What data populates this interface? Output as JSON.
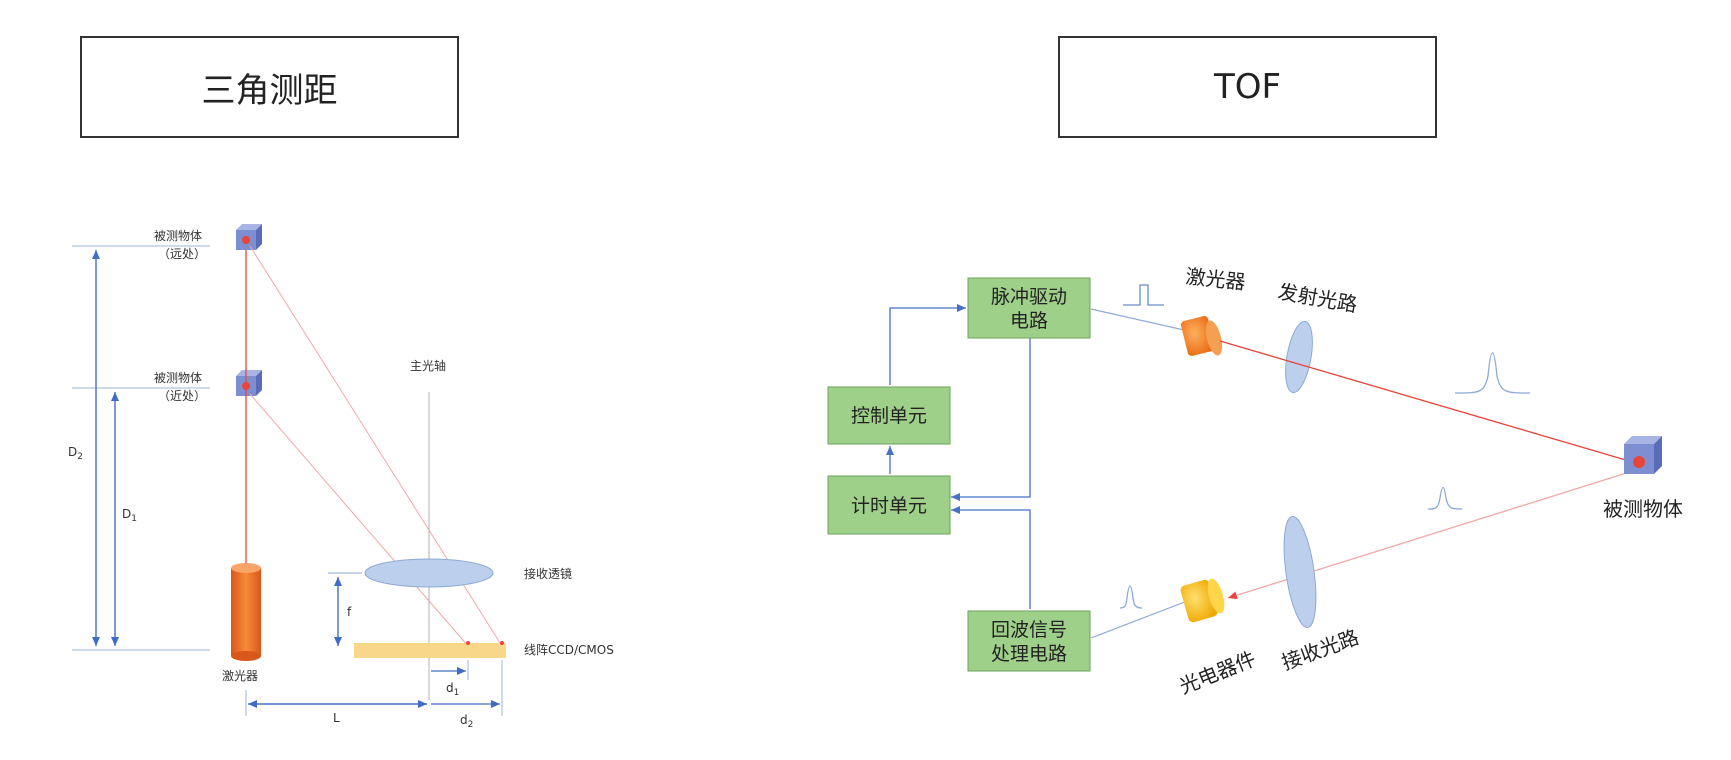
{
  "left_panel": {
    "title": "三角测距",
    "labels": {
      "object_far_line1": "被测物体",
      "object_far_line2": "（远处）",
      "object_near_line1": "被测物体",
      "object_near_line2": "（近处）",
      "main_axis": "主光轴",
      "receive_lens": "接收透镜",
      "sensor": "线阵CCD/CMOS",
      "laser": "激光器",
      "D2": "D",
      "D2_sub": "2",
      "D1": "D",
      "D1_sub": "1",
      "f": "f",
      "L": "L",
      "d1": "d",
      "d1_sub": "1",
      "d2": "d",
      "d2_sub": "2"
    }
  },
  "right_panel": {
    "title": "TOF",
    "boxes": {
      "pulse_drive_line1": "脉冲驱动",
      "pulse_drive_line2": "电路",
      "control_unit": "控制单元",
      "timer_unit": "计时单元",
      "echo_proc_line1": "回波信号",
      "echo_proc_line2": "处理电路"
    },
    "labels": {
      "laser": "激光器",
      "emit_path": "发射光路",
      "target": "被测物体",
      "photo_device": "光电器件",
      "receive_path": "接收光路"
    }
  },
  "colors": {
    "box_fill": "#9fd08a",
    "box_border": "#6aa35a",
    "arrow_blue": "#4472c4",
    "laser_red": "#e8443a",
    "lens_fill": "#bcd0ee",
    "sensor_fill": "#f9d78a",
    "laser_orange": "#f07a1e",
    "cube_blue": "#7d8fd0"
  }
}
